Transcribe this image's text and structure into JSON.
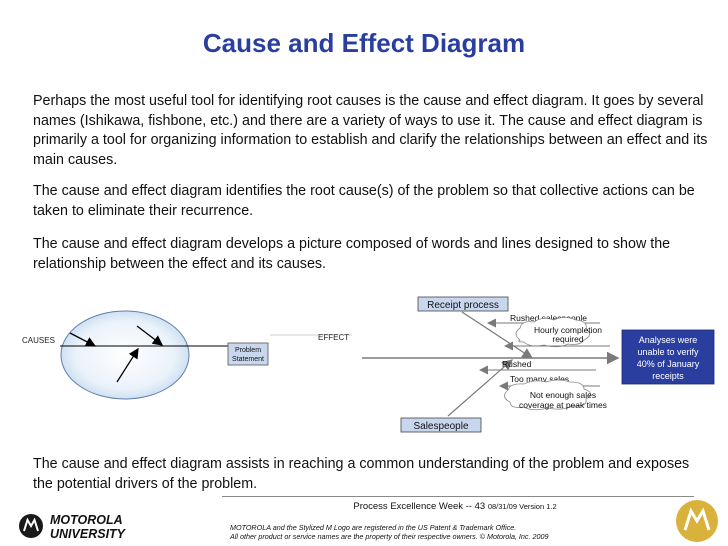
{
  "title": "Cause and Effect Diagram",
  "paragraphs": {
    "p1": "Perhaps the most useful tool for identifying root causes is the cause and effect diagram. It goes by several names (Ishikawa, fishbone, etc.) and there are a variety of ways to use it. The cause and effect diagram is primarily a tool for organizing information to establish and clarify the relationships between an effect and its main causes.",
    "p2": "The cause and effect diagram identifies the root cause(s) of the problem so that collective actions can be taken to eliminate their recurrence.",
    "p3": "The cause and effect diagram develops a picture composed of words and lines designed to show the relationship between the effect and its causes.",
    "p4": "The cause and effect diagram assists in reaching a common understanding of the problem and exposes the potential drivers of the problem."
  },
  "diagram_left": {
    "causes": "CAUSES",
    "effect": "EFFECT",
    "problem_line1": "Problem",
    "problem_line2": "Statement"
  },
  "diagram_right": {
    "receipt_process": "Receipt process",
    "rushed_salespeople": "Rushed salespeople",
    "hourly_line1": "Hourly completion",
    "hourly_line2": "required",
    "rushed": "Rushed",
    "too_many_sales": "Too many sales",
    "not_enough_line1": "Not enough sales",
    "not_enough_line2": "coverage at peak times",
    "salespeople": "Salespeople",
    "effect_line1": "Analyses were",
    "effect_line2": "unable to verify",
    "effect_line3": "40% of January",
    "effect_line4": "receipts"
  },
  "footer": {
    "main": "Process Excellence Week -- 43",
    "version": "08/31/09 Version 1.2",
    "legal1": "MOTOROLA and the Stylized M Logo are registered in the US Patent & Trademark Office.",
    "legal2": "All other product or service names are the property of their respective owners. © Motorola, Inc. 2009",
    "logo_line1": "MOTOROLA",
    "logo_line2": "UNIVERSITY"
  },
  "colors": {
    "title": "#2a3ea0",
    "effect_box": "#2a3ea0",
    "cause_box_fill": "#c9d7ee",
    "logo_gold": "#d9b23b"
  }
}
